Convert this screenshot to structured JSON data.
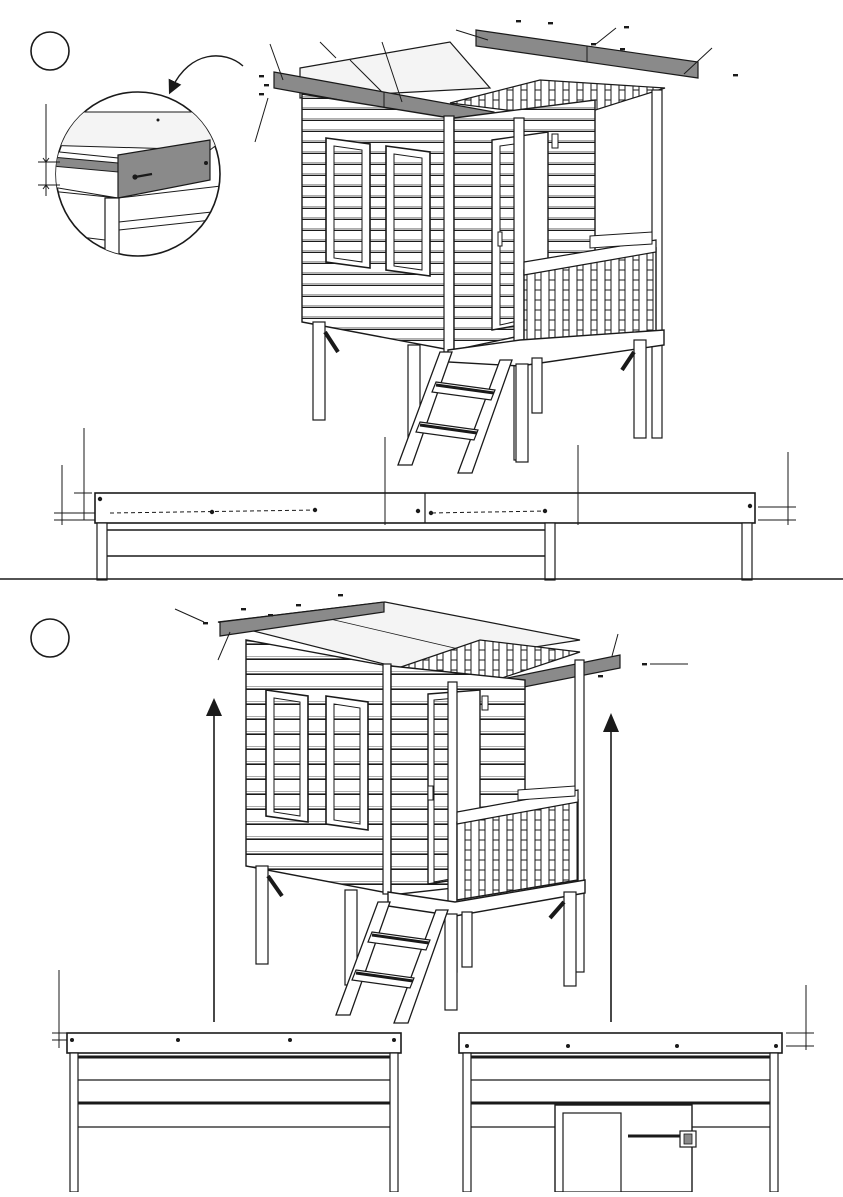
{
  "document": {
    "type": "assembly-instructions",
    "colors": {
      "line": "#1a1a1a",
      "roof_board": "#8a8a8a",
      "roof_board_dark": "#6f6f6f",
      "paper": "#ffffff",
      "roof_top": "#f4f4f4"
    }
  },
  "steps": [
    {
      "label": "",
      "callout_marker": "circle",
      "icons": [
        "magnifier-detail-icon",
        "curved-arrow-icon"
      ],
      "views": [
        "playhouse-isometric-front",
        "fascia-board-side-detail"
      ]
    },
    {
      "label": "",
      "callout_marker": "circle",
      "icons": [
        "up-arrow-icon",
        "up-arrow-icon"
      ],
      "views": [
        "playhouse-isometric-side",
        "fascia-left-detail",
        "fascia-right-detail"
      ]
    }
  ]
}
